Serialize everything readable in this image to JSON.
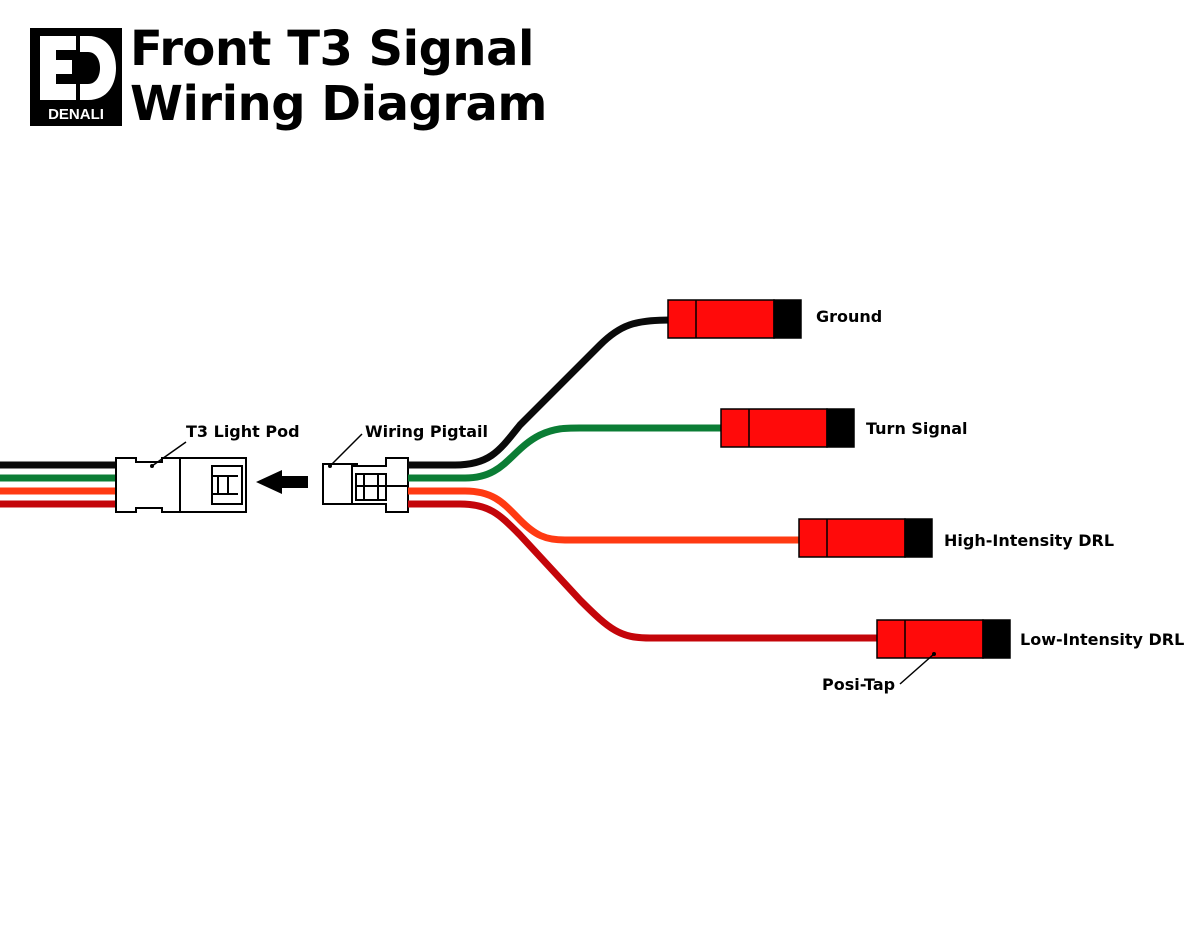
{
  "brand": {
    "name": "DENALI"
  },
  "title": {
    "line1": "Front T3 Signal",
    "line2": "Wiring Diagram"
  },
  "labels": {
    "light_pod": "T3 Light Pod",
    "pigtail": "Wiring Pigtail",
    "posi_tap": "Posi-Tap"
  },
  "wires": [
    {
      "name": "Ground",
      "color": "#0a0a0a"
    },
    {
      "name": "Turn Signal",
      "color": "#0b7d35"
    },
    {
      "name": "High-Intensity DRL",
      "color": "#ff3a12"
    },
    {
      "name": "Low-Intensity DRL",
      "color": "#c4050a"
    }
  ],
  "colors": {
    "posi_tap_body": "#ff0a0a",
    "posi_tap_cap": "#000000",
    "connector_fill": "#ffffff",
    "outline": "#000000"
  },
  "icons": {
    "direction": "arrow-left-icon"
  }
}
